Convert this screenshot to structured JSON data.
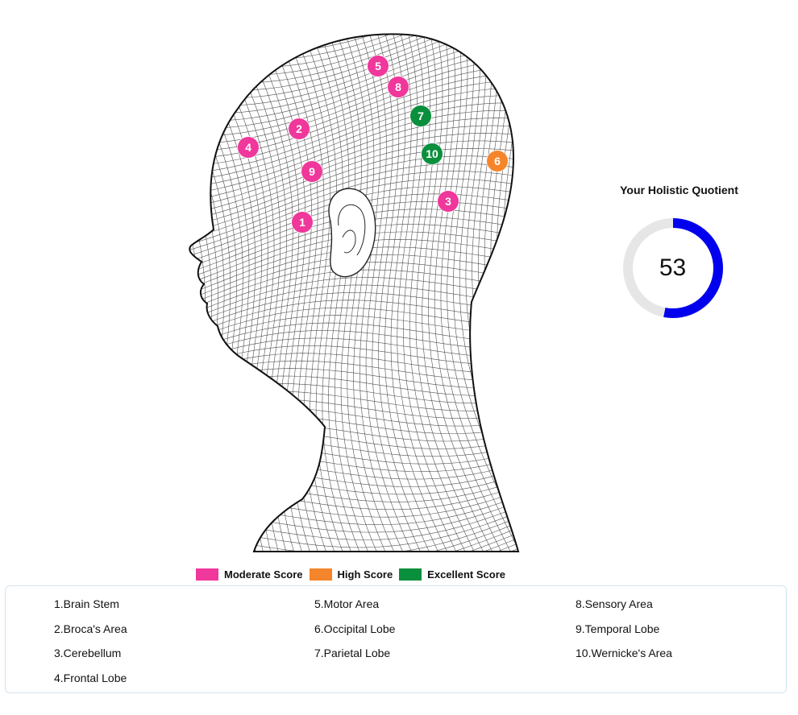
{
  "colors": {
    "moderate": "#f0379b",
    "high": "#f5852a",
    "excellent": "#0a8f3d",
    "gauge_fill": "#0000ee",
    "gauge_track": "#e6e6e6"
  },
  "markers": [
    {
      "label": "1",
      "level": "moderate"
    },
    {
      "label": "2",
      "level": "moderate"
    },
    {
      "label": "3",
      "level": "moderate"
    },
    {
      "label": "4",
      "level": "moderate"
    },
    {
      "label": "5",
      "level": "moderate"
    },
    {
      "label": "6",
      "level": "high"
    },
    {
      "label": "7",
      "level": "excellent"
    },
    {
      "label": "8",
      "level": "moderate"
    },
    {
      "label": "9",
      "level": "moderate"
    },
    {
      "label": "10",
      "level": "excellent"
    }
  ],
  "quotient": {
    "title": "Your Holistic Quotient",
    "value": "53",
    "max": 100
  },
  "legend": {
    "moderate": "Moderate Score",
    "high": "High Score",
    "excellent": "Excellent Score"
  },
  "areas": {
    "col1": [
      "1.Brain Stem",
      "2.Broca's Area",
      "3.Cerebellum",
      "4.Frontal Lobe"
    ],
    "col2": [
      "5.Motor Area",
      "6.Occipital Lobe",
      "7.Parietal Lobe"
    ],
    "col3": [
      "8.Sensory Area",
      "9.Temporal Lobe",
      "10.Wernicke's Area"
    ]
  }
}
